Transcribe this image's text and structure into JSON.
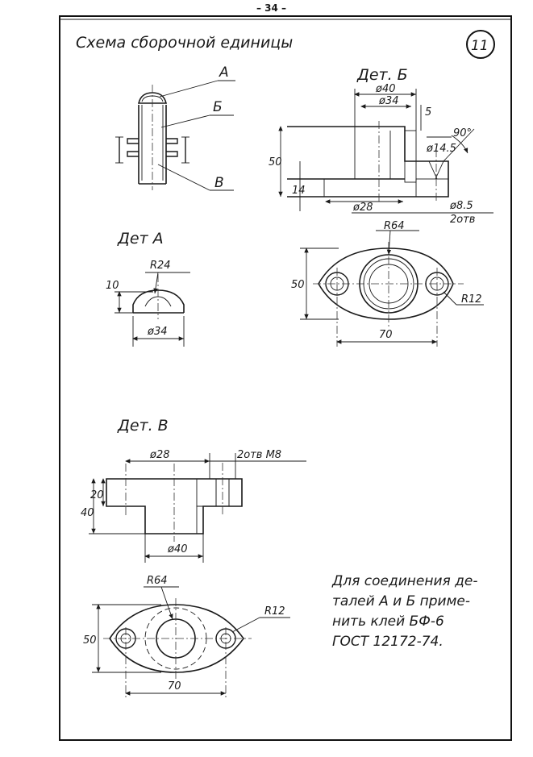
{
  "page_number": "– 34 –",
  "sheet_number": "11",
  "assembly": {
    "title": "Схема сборочной единицы",
    "callouts": [
      "А",
      "Б",
      "В"
    ]
  },
  "part_b": {
    "title": "Дет. Б",
    "dims": {
      "d40": "ø40",
      "d34": "ø34",
      "five": "5",
      "angle": "90°",
      "d14": "ø14.5",
      "h50": "50",
      "h14": "14",
      "d28": "ø28",
      "d85": "ø8.5",
      "holes": "2отв",
      "r64": "R64",
      "w50": "50",
      "r12": "R12",
      "w70": "70"
    }
  },
  "part_a": {
    "title": "Дет А",
    "dims": {
      "r24": "R24",
      "h10": "10",
      "d34": "ø34"
    }
  },
  "part_v": {
    "title": "Дет. В",
    "dims": {
      "d28": "ø28",
      "holes": "2отв М8",
      "h40": "40",
      "h20": "20",
      "d40": "ø40",
      "r64": "R64",
      "w50": "50",
      "r12": "R12",
      "w70": "70"
    }
  },
  "note": {
    "lines": [
      "Для соединения де-",
      "талей А и Б приме-",
      "нить клей БФ-6",
      "ГОСТ 12172-74."
    ]
  }
}
